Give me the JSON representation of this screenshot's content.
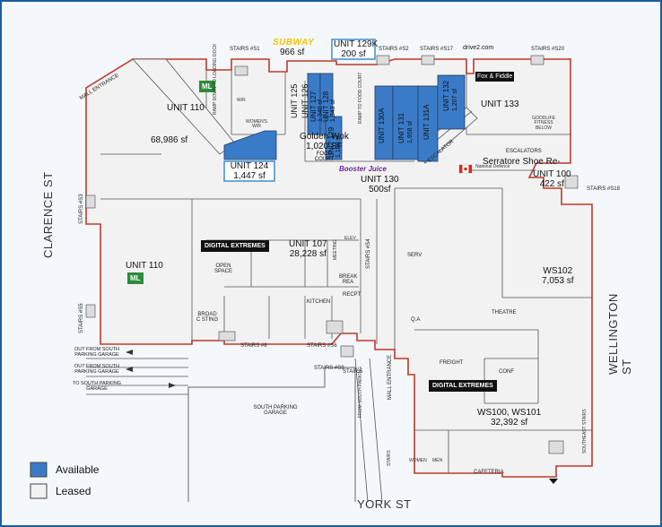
{
  "colors": {
    "available": "#3a7bc8",
    "leased": "#f2f2f2",
    "outline": "#c0392b",
    "frame_border": "#1b5e9a"
  },
  "streets": {
    "clarence": "CLARENCE ST",
    "wellington": "WELLINGTON ST",
    "york": "YORK ST"
  },
  "legend": {
    "available": "Available",
    "leased": "Leased"
  },
  "brands": {
    "subway": "SUBWAY",
    "drive": "drive2.com",
    "ml1": "ML",
    "ml2": "ML",
    "de1": "DIGITAL EXTREMES",
    "de2": "DIGITAL EXTREMES",
    "booster": "Booster Juice",
    "fiddle": "Fox & Fiddle"
  },
  "units": {
    "u129k": {
      "name": "UNIT 129K",
      "area": "200 sf"
    },
    "u124": {
      "name": "UNIT 124",
      "area": "1,447 sf"
    },
    "u100": {
      "name": "UNIT 100",
      "area": "422 sf"
    },
    "u110a": {
      "name": "UNIT 110",
      "area": ""
    },
    "u110b": {
      "name": "UNIT 110"
    },
    "u110area": "68,986 sf",
    "u107": {
      "name": "UNIT 107",
      "area": "28,228 sf"
    },
    "ws102": {
      "name": "WS102",
      "area": "7,053 sf"
    },
    "ws100": {
      "name": "WS100, WS101",
      "area": "32,392 sf"
    },
    "u133": "UNIT 133",
    "subway_area": "966 sf",
    "golden_wok": {
      "name": "Golden Wok",
      "area": "1,020 SF",
      "l1": "FOOD",
      "l2": "COURT"
    },
    "u130": {
      "name": "UNIT 130",
      "area": "500sf"
    },
    "serratore": "Serratore Shoe Re-",
    "u125": "UNIT 125",
    "u126": "UNIT 126",
    "u127": "UNIT 127",
    "u127area": "1,340 sf",
    "u128": "UNIT 128",
    "u128area": "1,343 sf",
    "u129": "UNIT 129",
    "u129area": "1,100 sf",
    "u130a": "UNIT 130A",
    "u131": "UNIT 131",
    "u131area": "1,958 sf",
    "u131a": "UNIT 131A",
    "u132": "UNIT 132",
    "u132area": "1,207 sf"
  },
  "labels": {
    "stairs_s1": "STAIRS #S1",
    "stairs_s2": "STAIRS #S2",
    "stairs_s17": "STAIRS #S17",
    "stairs_s20": "STAIRS #S20",
    "stairs_s3": "STAIRS #S3",
    "stairs_s4": "STAIRS #S4",
    "stairs_s5": "STAIRS #S5",
    "stairs_s6": "STAIRS #S6",
    "stairs_s8": "STAIRS #8",
    "stairs_s9": "STAIRS #S9",
    "stairs_s18": "STAIRS #S18",
    "stair5": "STAIR 5",
    "mall_entrance": "MALL ENTRANCE",
    "mall_entrance2": "MALL ENTRANCE",
    "escalators": "ESCALATORS",
    "escalator": "ESCALATOR",
    "goodlife": "GOODLIFE FITNESS BELOW",
    "national_defence": "National Defence",
    "open_space": "OPEN SPACE",
    "broadcasting": "BROAD C STING",
    "kitchen": "KITCHEN",
    "break": "BREAK REA",
    "recpt": "RECPT",
    "theatre": "THEATRE",
    "conf": "CONF",
    "freight": "FREIGHT",
    "cafeteria": "CAFETERIA",
    "qa": "Q.A",
    "serv": "SERV",
    "meeting": "MEETING",
    "elev": "ELEV",
    "womens": "WOMEN'S W/R",
    "mens": "W/R",
    "ramp_down": "RAMP DOWN TO LOADING DOCK",
    "ramp_food": "RAMP TO FOOD COURT",
    "south_parking": "SOUTH PARKING GARAGE",
    "from_south": "FROM SOUTH PARKING",
    "out1": "OUT FROM SOUTH PARKING GARAGE",
    "out2": "OUT FROM SOUTH PARKING GARAGE",
    "to_south": "TO SOUTH PARKING GARAGE",
    "southeast_stairs": "SOUTHEAST STAIRS",
    "women": "WOMEN",
    "men": "MEN",
    "stairs_bottom": "STAIRS"
  }
}
